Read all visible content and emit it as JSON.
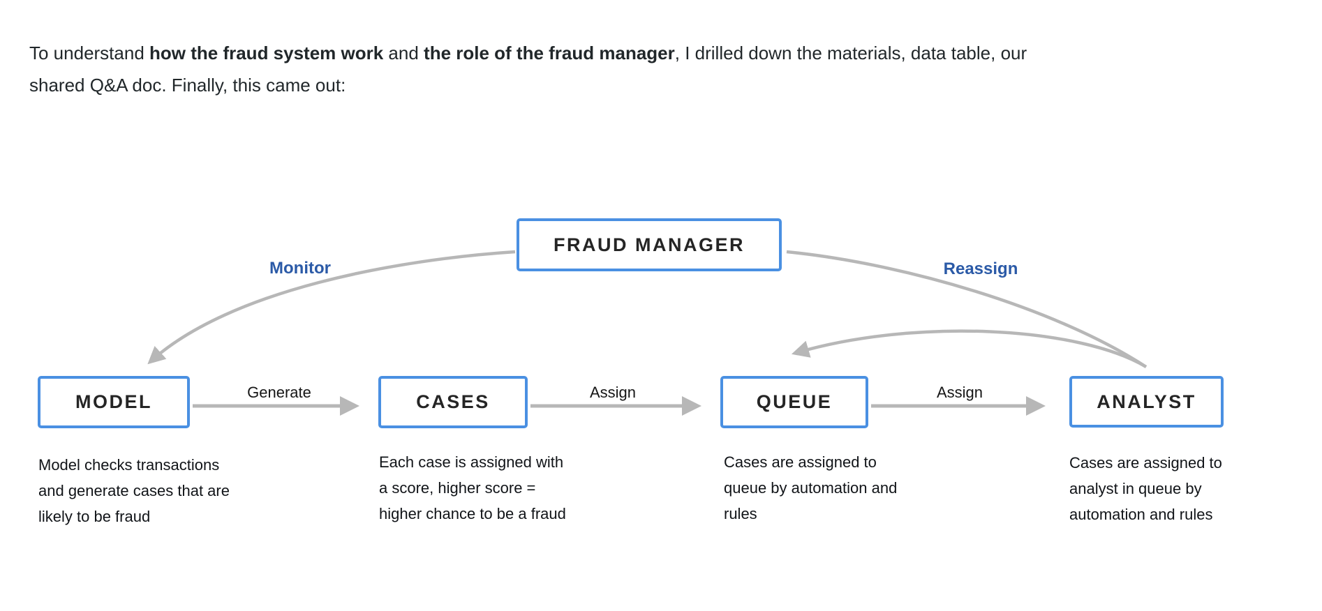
{
  "intro": {
    "segments": [
      {
        "text": "To understand ",
        "bold": false
      },
      {
        "text": "how the fraud system work",
        "bold": true
      },
      {
        "text": " and ",
        "bold": false
      },
      {
        "text": "the role of the fraud manager",
        "bold": true
      },
      {
        "text": ", I drilled down the materials, data table, our",
        "bold": false
      },
      {
        "text": "shared Q&A doc. Finally, this came out:",
        "bold": false
      }
    ]
  },
  "diagram": {
    "nodes": {
      "fraud_manager": {
        "label": "FRAUD MANAGER"
      },
      "model": {
        "label": "MODEL",
        "desc_lines": [
          "Model checks transactions",
          "and generate cases that are",
          "likely to be fraud"
        ]
      },
      "cases": {
        "label": "CASES",
        "desc_lines": [
          "Each case is assigned with",
          "a score, higher score =",
          "higher chance to be a fraud"
        ]
      },
      "queue": {
        "label": "QUEUE",
        "desc_lines": [
          "Cases are assigned to",
          "queue by automation and",
          "rules"
        ]
      },
      "analyst": {
        "label": "ANALYST",
        "desc_lines": [
          "Cases are assigned to",
          "analyst in queue by",
          "automation and rules"
        ]
      }
    },
    "edges": {
      "monitor": {
        "label": "Monitor",
        "from": "FRAUD MANAGER",
        "to": "MODEL"
      },
      "generate": {
        "label": "Generate",
        "from": "MODEL",
        "to": "CASES"
      },
      "assign_cases_to_queue": {
        "label": "Assign",
        "from": "CASES",
        "to": "QUEUE"
      },
      "assign_queue_to_analyst": {
        "label": "Assign",
        "from": "QUEUE",
        "to": "ANALYST"
      },
      "reassign": {
        "label": "Reassign",
        "from": "FRAUD MANAGER",
        "to": "ANALYST"
      },
      "analyst_back_to_queue": {
        "label": "",
        "from": "ANALYST",
        "to": "QUEUE"
      }
    },
    "colors": {
      "box_border": "#4a90e2",
      "arrow": "#b7b7b7",
      "edge_label_blue": "#2b5aa7",
      "text": "#21272a"
    }
  }
}
